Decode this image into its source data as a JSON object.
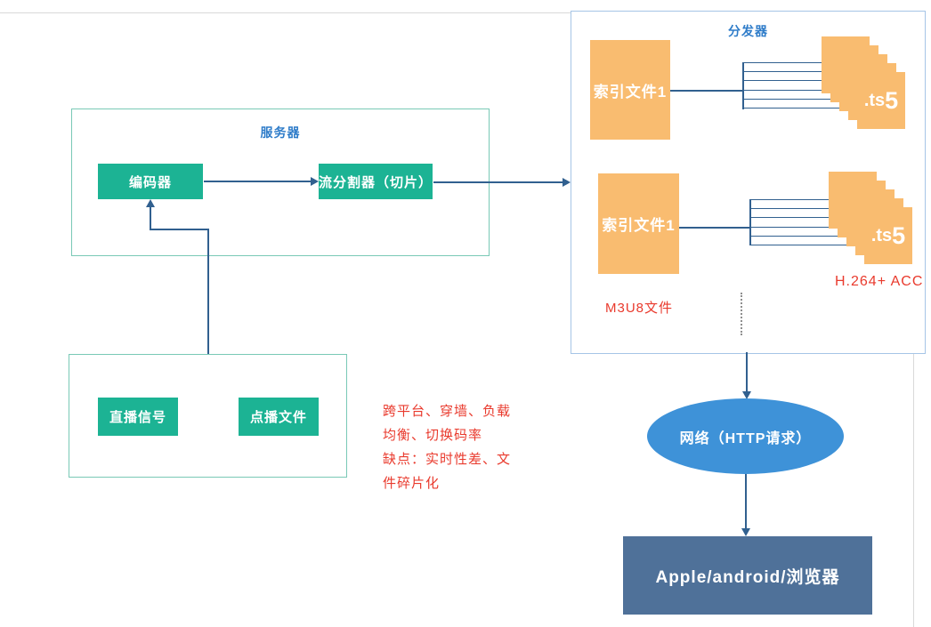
{
  "colors": {
    "green": "#1CB394",
    "teal_border": "#79C9B6",
    "blue_label": "#2E7CC9",
    "navy_line": "#31608F",
    "orange": "#F9BC70",
    "red_text": "#E93A2D",
    "dispatcher_border": "#A6C5E6",
    "network_blue": "#3E92D8",
    "client_slate": "#4F7199",
    "page_line": "#D9D9D9",
    "dotted_gray": "#8F8F8F"
  },
  "server_group": {
    "title": "服务器",
    "encoder_label": "编码器",
    "splitter_label": "流分割器（切片）"
  },
  "source_group": {
    "live_label": "直播信号",
    "vod_label": "点播文件"
  },
  "notes": {
    "features": [
      "跨平台、穿墙、负载",
      "均衡、切换码率",
      "缺点：实时性差、文",
      "件碎片化"
    ]
  },
  "dispatcher": {
    "title": "分发器",
    "index_file_1": "索引文件1",
    "index_file_2": "索引文件1",
    "ts_label": ".ts",
    "ts_count": "5",
    "m3u8_label": "M3U8文件",
    "codec_label": "H.264+ ACC"
  },
  "network": {
    "label": "网络（HTTP请求）"
  },
  "client": {
    "label": "Apple/android/浏览器"
  }
}
